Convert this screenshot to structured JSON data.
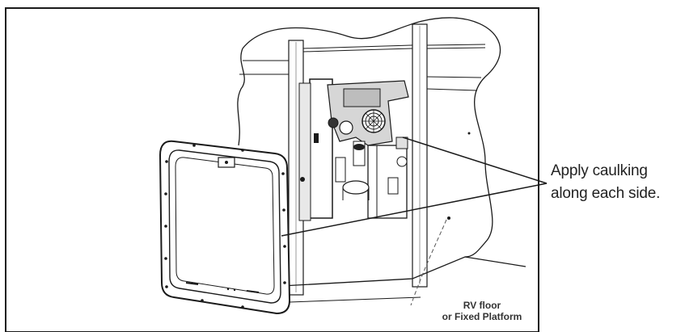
{
  "callout": {
    "line1": "Apply caulking",
    "line2": "along each side."
  },
  "floor_label": {
    "line1": "RV floor",
    "line2": "or Fixed Platform"
  },
  "colors": {
    "ink": "#1a1a1a",
    "shade": "#7a7a7a",
    "paper": "#ffffff"
  }
}
